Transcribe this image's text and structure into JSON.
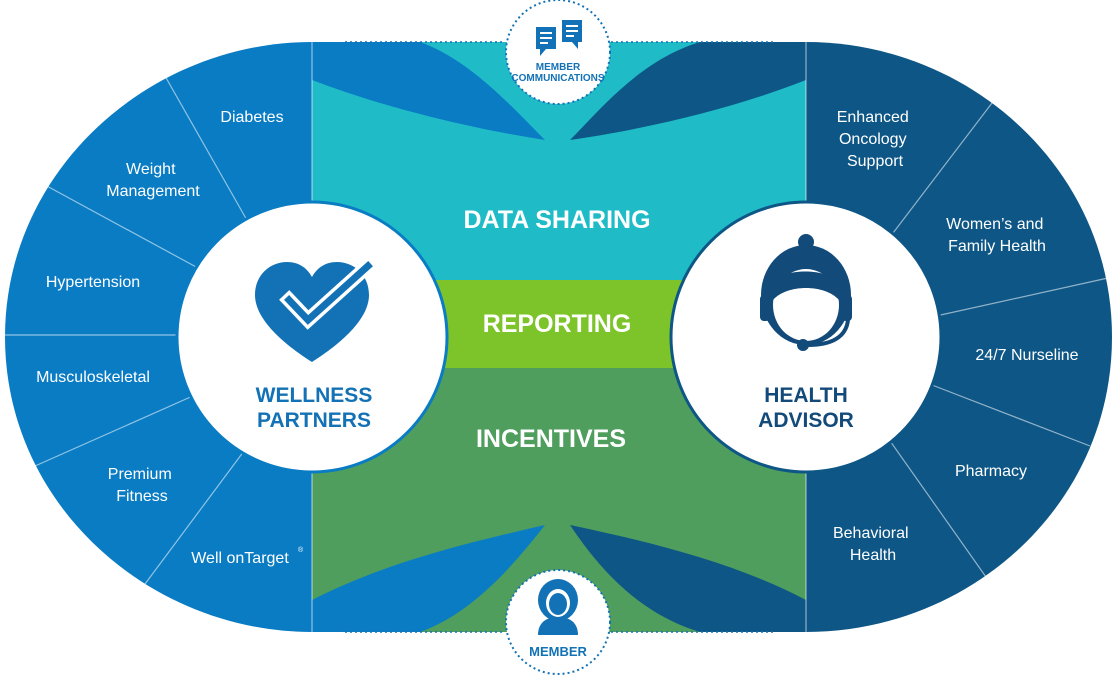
{
  "colors": {
    "left_blue": "#0a7cc4",
    "dark_blue": "#0d5686",
    "teal": "#1fbcc8",
    "lime": "#7dc42a",
    "green": "#4f9e5d",
    "hub_text_left": "#1372b6",
    "hub_text_right": "#124a7a",
    "white": "#ffffff"
  },
  "member_communications": {
    "icon": "speech-bubbles-icon",
    "line1": "MEMBER",
    "line2": "COMMUNICATIONS"
  },
  "member": {
    "icon": "member-person-icon",
    "label": "MEMBER"
  },
  "bands": {
    "data_sharing": "DATA SHARING",
    "reporting": "REPORTING",
    "incentives": "INCENTIVES"
  },
  "wellness_partners": {
    "icon": "heart-check-icon",
    "title_line1": "WELLNESS",
    "title_line2": "PARTNERS",
    "segments": [
      [
        "Diabetes"
      ],
      [
        "Weight",
        "Management"
      ],
      [
        "Hypertension"
      ],
      [
        "Musculoskeletal"
      ],
      [
        "Premium",
        "Fitness"
      ],
      [
        "Well onTarget"
      ]
    ],
    "well_ontarget_mark": "®"
  },
  "health_advisor": {
    "icon": "headset-advisor-icon",
    "title_line1": "HEALTH",
    "title_line2": "ADVISOR",
    "segments": [
      [
        "Enhanced",
        "Oncology",
        "Support"
      ],
      [
        "Women’s and",
        "Family Health"
      ],
      [
        "24/7 Nurseline"
      ],
      [
        "Pharmacy"
      ],
      [
        "Behavioral",
        "Health"
      ]
    ]
  }
}
